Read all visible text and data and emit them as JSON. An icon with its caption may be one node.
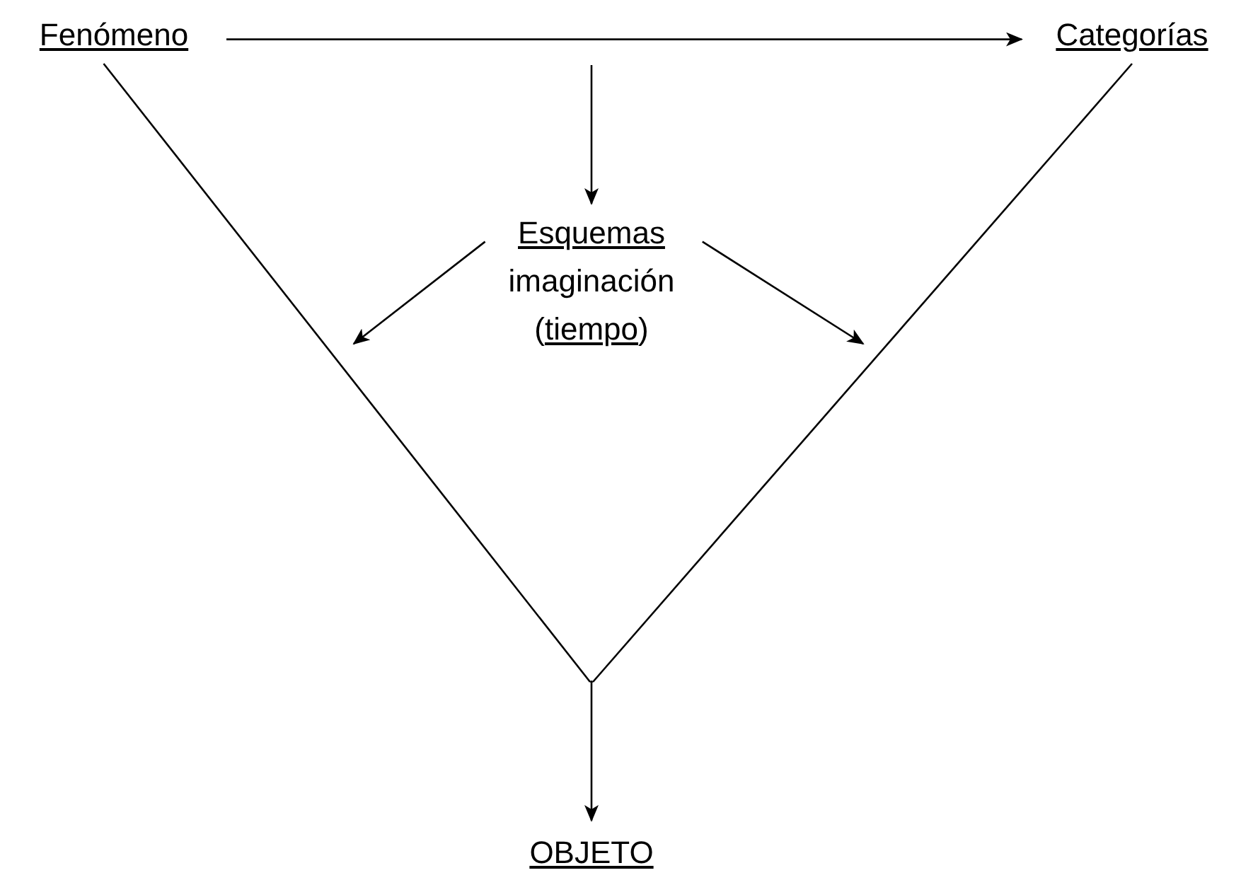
{
  "diagram": {
    "nodes": [
      {
        "text": [
          "Fenómeno"
        ]
      },
      {
        "text": [
          "Categorías"
        ]
      },
      {
        "text": [
          "Esquemas",
          "imaginación",
          "(tiempo)"
        ]
      },
      {
        "text": [
          "OBJETO"
        ]
      },
      {
        "text": [],
        "shape": "point"
      }
    ],
    "edges": [
      {
        "from": 0,
        "to": 1,
        "arrow": "to"
      },
      {
        "from": null,
        "to": 2,
        "arrow": "to"
      },
      {
        "from": 2,
        "to": null,
        "arrow": "to"
      },
      {
        "from": 2,
        "to": null,
        "arrow": "to"
      },
      {
        "from": 0,
        "to": 4,
        "arrow": "none"
      },
      {
        "from": 1,
        "to": 4,
        "arrow": "none"
      },
      {
        "from": 4,
        "to": 3,
        "arrow": "to"
      }
    ]
  }
}
